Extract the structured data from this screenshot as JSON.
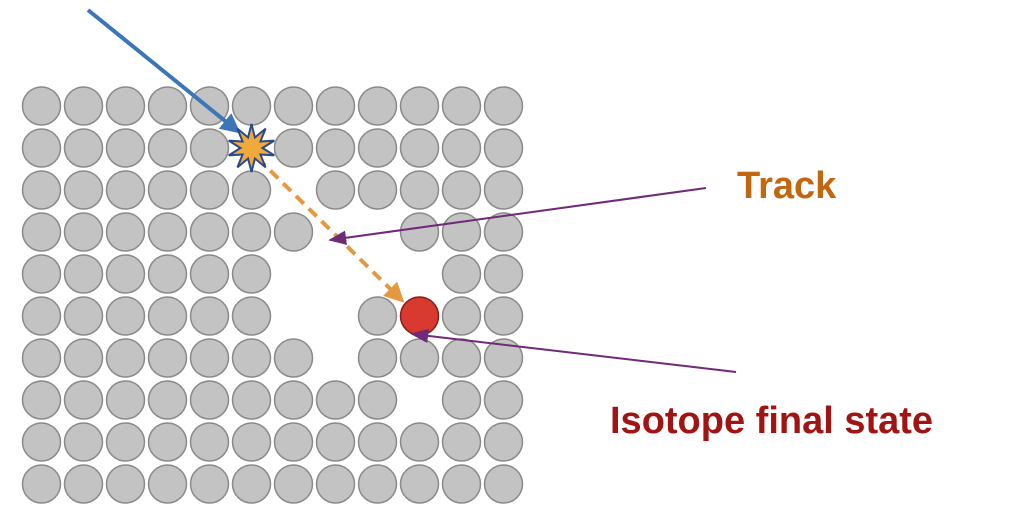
{
  "labels": {
    "track": "Track",
    "isotope_final_state": "Isotope final state"
  },
  "colors": {
    "atom_fill": "#c3c3c3",
    "atom_stroke": "#8a8a8a",
    "final_atom_fill": "#d93a2f",
    "final_atom_stroke": "#8b1c15",
    "incoming_arrow": "#3d76b8",
    "track_arrow": "#e6983e",
    "pointer_lines": "#6f2a78",
    "track_label": "#c0670f",
    "isotope_label": "#a11414",
    "burst_fill": "#f0a93a",
    "burst_stroke": "#2a4a8a"
  },
  "lattice": {
    "rows": 10,
    "cols": 12,
    "vacancies": [
      [
        2,
        6
      ],
      [
        3,
        7
      ],
      [
        3,
        8
      ],
      [
        4,
        6
      ],
      [
        4,
        7
      ],
      [
        4,
        8
      ],
      [
        4,
        9
      ],
      [
        5,
        6
      ],
      [
        5,
        7
      ],
      [
        6,
        7
      ],
      [
        7,
        9
      ]
    ],
    "collision_site": [
      1,
      5
    ],
    "final_state_site": [
      5,
      9
    ]
  },
  "icons": {
    "collision": "starburst-icon"
  }
}
